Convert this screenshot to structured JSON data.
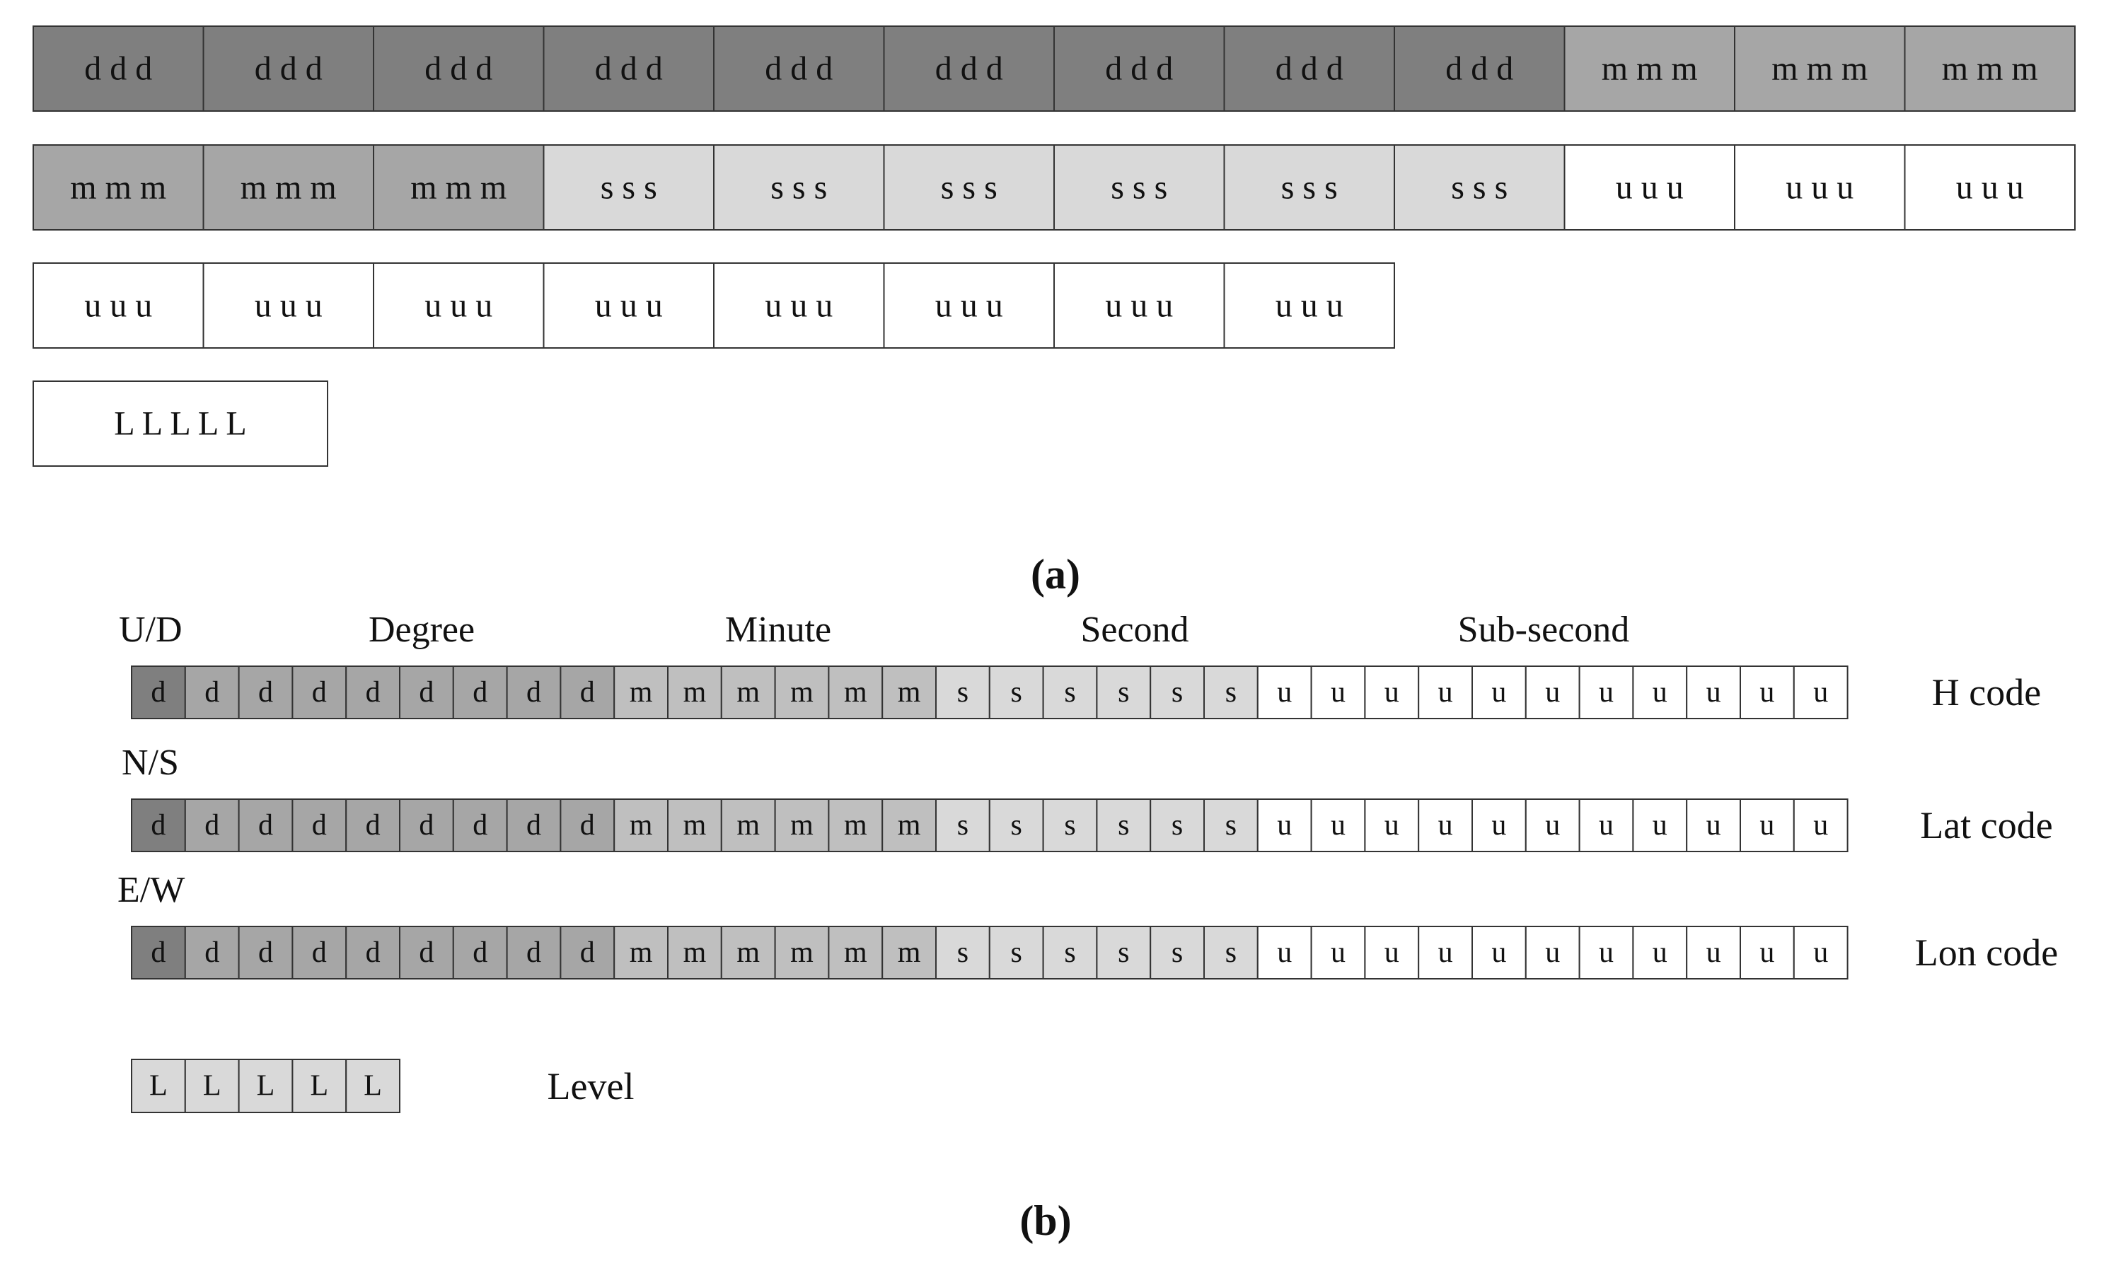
{
  "colors": {
    "d_a": "#7f7f7f",
    "m_a": "#a6a6a6",
    "s_a": "#d9d9d9",
    "u_a": "#ffffff",
    "l_a": "#ffffff",
    "d_first_b": "#7f7f7f",
    "d_b": "#a6a6a6",
    "m_b": "#bfbfbf",
    "s_b": "#d9d9d9",
    "u_b": "#ffffff",
    "l_b": "#d9d9d9",
    "border": "#333333",
    "text": "#111111"
  },
  "panel_a": {
    "caption": "(a)",
    "rows": [
      [
        "d d d",
        "d d d",
        "d d d",
        "d d d",
        "d d d",
        "d d d",
        "d d d",
        "d d d",
        "d d d",
        "m m m",
        "m m m",
        "m m m"
      ],
      [
        "m m m",
        "m m m",
        "m m m",
        "s s s",
        "s s s",
        "s s s",
        "s s s",
        "s s s",
        "s s s",
        "u u u",
        "u u u",
        "u u u"
      ],
      [
        "u u u",
        "u u u",
        "u u u",
        "u u u",
        "u u u",
        "u u u",
        "u u u",
        "u u u"
      ]
    ],
    "level_cell": "L L L L L"
  },
  "panel_b": {
    "caption": "(b)",
    "group_labels": {
      "degree": "Degree",
      "minute": "Minute",
      "second": "Second",
      "subsecond": "Sub-second"
    },
    "rows": [
      {
        "sign_label": "U/D",
        "code_label": "H code",
        "cells": [
          "d",
          "d",
          "d",
          "d",
          "d",
          "d",
          "d",
          "d",
          "d",
          "m",
          "m",
          "m",
          "m",
          "m",
          "m",
          "s",
          "s",
          "s",
          "s",
          "s",
          "s",
          "u",
          "u",
          "u",
          "u",
          "u",
          "u",
          "u",
          "u",
          "u",
          "u",
          "u"
        ]
      },
      {
        "sign_label": "N/S",
        "code_label": "Lat code",
        "cells": [
          "d",
          "d",
          "d",
          "d",
          "d",
          "d",
          "d",
          "d",
          "d",
          "m",
          "m",
          "m",
          "m",
          "m",
          "m",
          "s",
          "s",
          "s",
          "s",
          "s",
          "s",
          "u",
          "u",
          "u",
          "u",
          "u",
          "u",
          "u",
          "u",
          "u",
          "u",
          "u"
        ]
      },
      {
        "sign_label": "E/W",
        "code_label": "Lon code",
        "cells": [
          "d",
          "d",
          "d",
          "d",
          "d",
          "d",
          "d",
          "d",
          "d",
          "m",
          "m",
          "m",
          "m",
          "m",
          "m",
          "s",
          "s",
          "s",
          "s",
          "s",
          "s",
          "u",
          "u",
          "u",
          "u",
          "u",
          "u",
          "u",
          "u",
          "u",
          "u",
          "u"
        ]
      }
    ],
    "level": {
      "cells": [
        "L",
        "L",
        "L",
        "L",
        "L"
      ],
      "label": "Level"
    }
  }
}
